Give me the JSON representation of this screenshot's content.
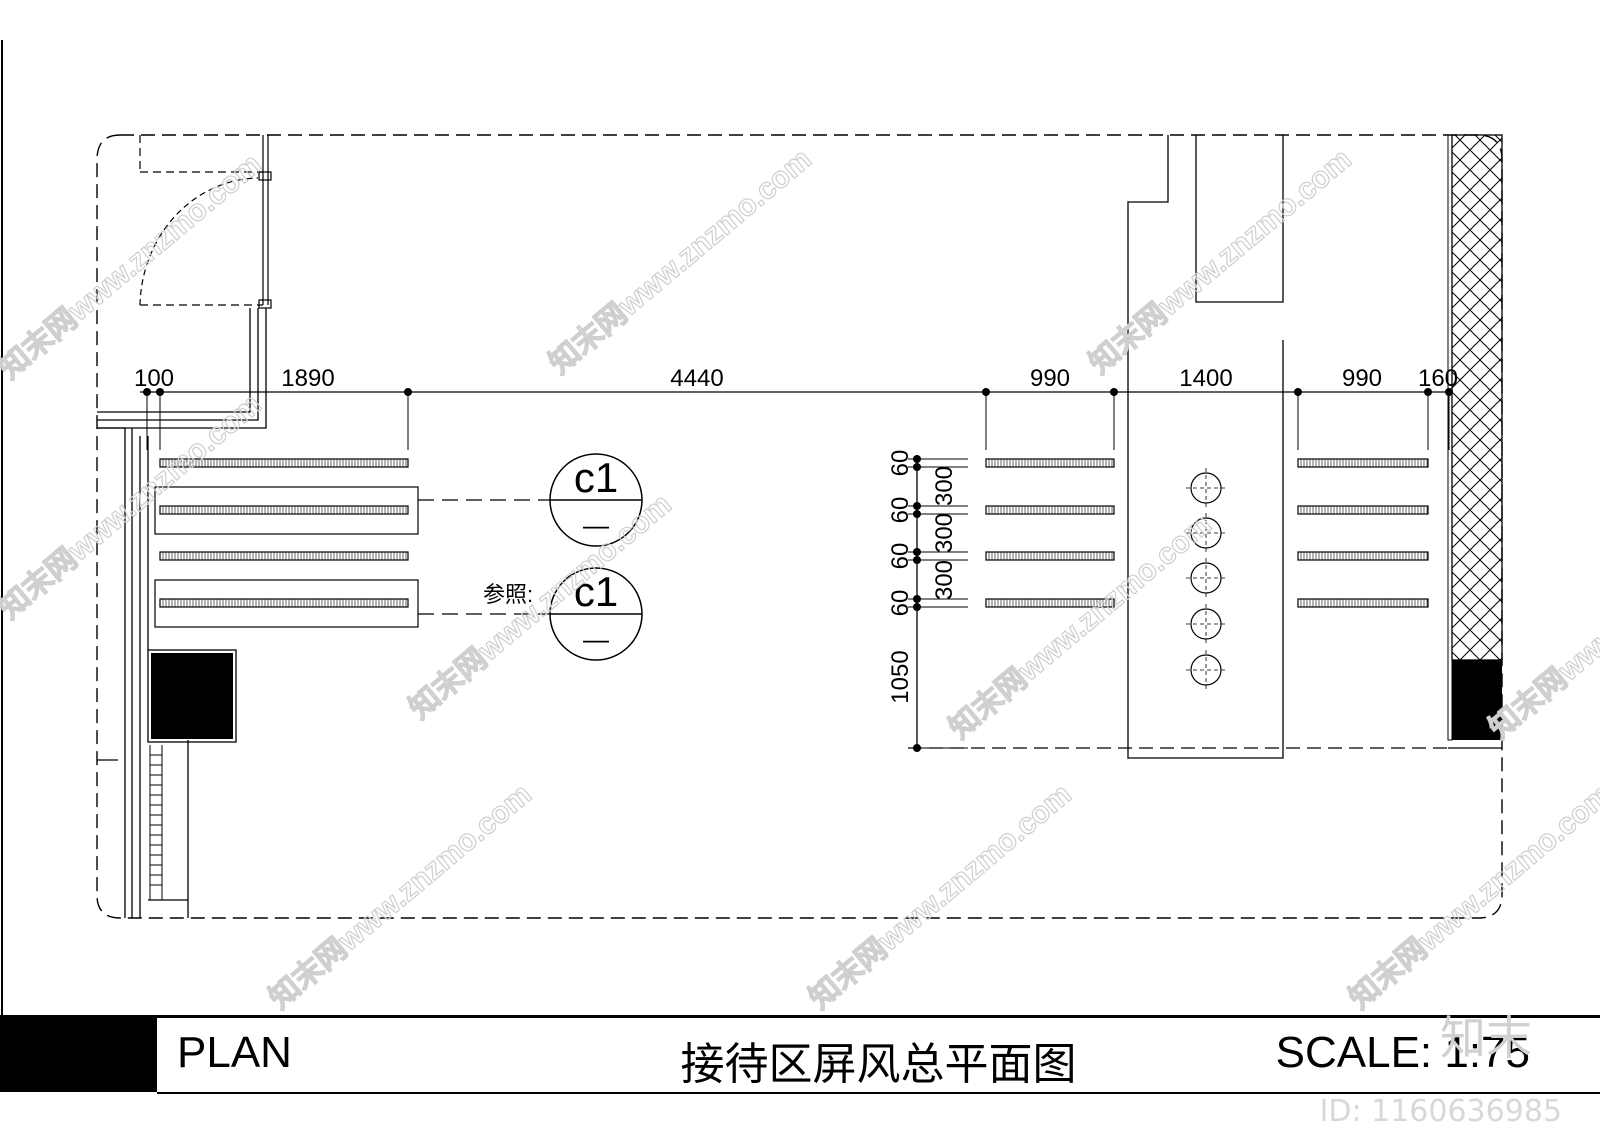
{
  "dimensions": {
    "horizontal": [
      "100",
      "1890",
      "4440",
      "990",
      "1400",
      "990",
      "160"
    ],
    "vertical_small": [
      "60",
      "60",
      "60",
      "60"
    ],
    "vertical_spacing": [
      "300",
      "300",
      "300"
    ],
    "vertical_bottom": "1050"
  },
  "callouts": [
    {
      "code": "c1",
      "sub": "—"
    },
    {
      "code": "c1",
      "sub": "—",
      "prefix": "参照:"
    }
  ],
  "title_bar": {
    "left": "PLAN",
    "center": "接待区屏风总平面图",
    "right": "SCALE: 1:75"
  },
  "watermark": {
    "site": "知末网www.znzmo.com",
    "logo": "知末",
    "id": "ID: 1160636985"
  }
}
